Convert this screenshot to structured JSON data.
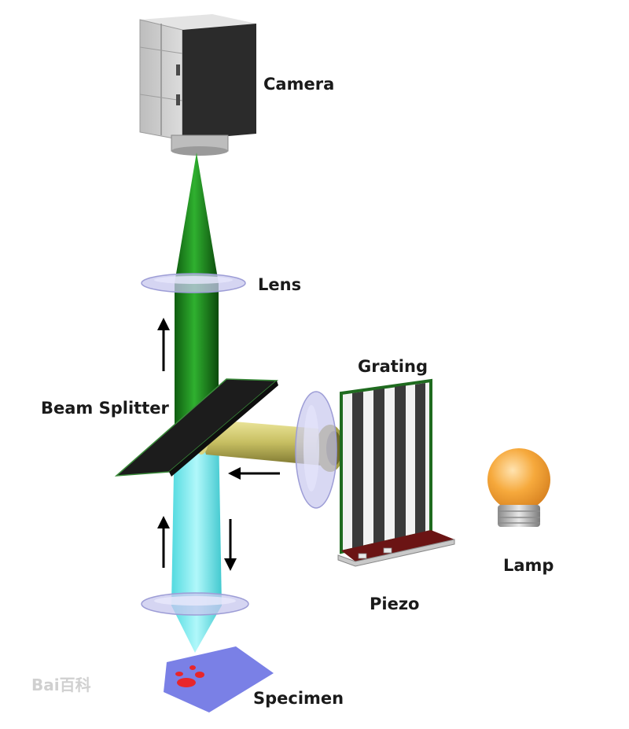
{
  "labels": {
    "camera": "Camera",
    "lens": "Lens",
    "grating": "Grating",
    "beam_splitter": "Beam Splitter",
    "lamp": "Lamp",
    "piezo": "Piezo",
    "specimen": "Specimen"
  },
  "watermark": "Bai百科",
  "colors": {
    "camera_body": "#c9c9c9",
    "camera_dark": "#2b2b2b",
    "imaging_beam": "#1f8a1f",
    "illumination_beam": "#4fe3e8",
    "projection_beam": "#c9c26a",
    "lens_glass": "#c7c7ee",
    "splitter": "#1c1c1c",
    "grating_frame": "#1f6b1f",
    "lamp_bulb": "#f4a23a",
    "specimen_plate": "#7a80e6",
    "specimen_spots": "#e8262b"
  },
  "icons": [
    "arrow-up-icon",
    "arrow-down-icon",
    "arrow-left-icon"
  ]
}
